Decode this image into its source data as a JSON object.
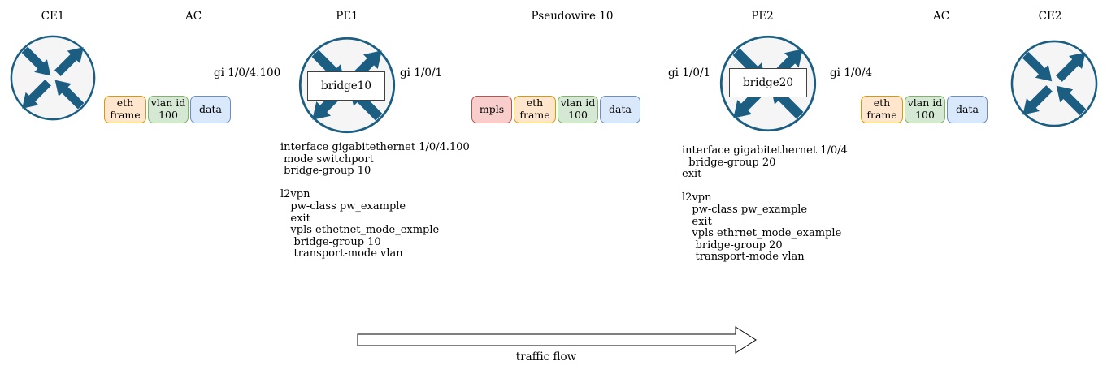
{
  "colors": {
    "router_stroke": "#1b5e82",
    "router_fill": "#f5f5f5",
    "link": "#1a1a1a"
  },
  "frame_colors": {
    "mpls": {
      "bg": "#f8cecc",
      "border": "#b85450"
    },
    "eth": {
      "bg": "#ffe6cc",
      "border": "#d79b00"
    },
    "vlan": {
      "bg": "#d5e8d4",
      "border": "#82b366"
    },
    "data": {
      "bg": "#dae8fc",
      "border": "#6c8ebf"
    }
  },
  "top_labels": {
    "ce1": "CE1",
    "ac_left": "AC",
    "pe1": "PE1",
    "pseudowire": "Pseudowire 10",
    "pe2": "PE2",
    "ac_right": "AC",
    "ce2": "CE2"
  },
  "links": {
    "ce1_pe1_label": "gi 1/0/4.100",
    "pe1_pw_label": "gi 1/0/1",
    "pw_pe2_label": "gi 1/0/1",
    "pe2_ce2_label": "gi 1/0/4"
  },
  "bridges": {
    "pe1": "bridge10",
    "pe2": "bridge20"
  },
  "frames": {
    "ac_left": [
      {
        "type": "eth",
        "label": "eth\nframe"
      },
      {
        "type": "vlan",
        "label": "vlan id\n100"
      },
      {
        "type": "data",
        "label": "data"
      }
    ],
    "pseudowire": [
      {
        "type": "mpls",
        "label": "mpls"
      },
      {
        "type": "eth",
        "label": "eth\nframe"
      },
      {
        "type": "vlan",
        "label": "vlan id\n100"
      },
      {
        "type": "data",
        "label": "data"
      }
    ],
    "ac_right": [
      {
        "type": "eth",
        "label": "eth\nframe"
      },
      {
        "type": "vlan",
        "label": "vlan id\n100"
      },
      {
        "type": "data",
        "label": "data"
      }
    ]
  },
  "configs": {
    "pe1": "interface gigabitethernet 1/0/4.100\n mode switchport\n bridge-group 10\n\nl2vpn\n   pw-class pw_example\n   exit\n   vpls ethetnet_mode_exmple\n    bridge-group 10\n    transport-mode vlan",
    "pe2": "interface gigabitethernet 1/0/4\n  bridge-group 20\nexit\n\nl2vpn\n   pw-class pw_example\n   exit\n   vpls ethrnet_mode_example\n    bridge-group 20\n    transport-mode vlan"
  },
  "traffic_flow_label": "traffic flow"
}
